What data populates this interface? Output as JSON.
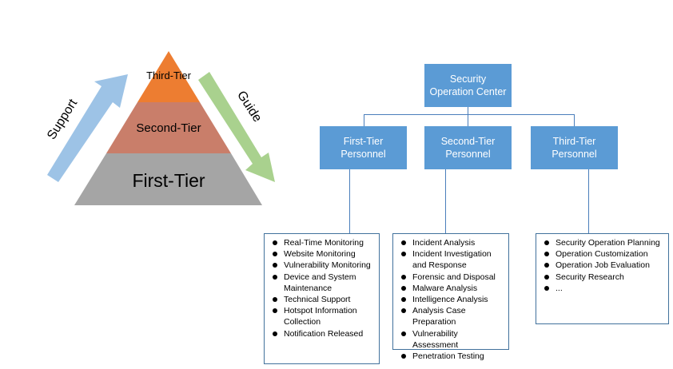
{
  "pyramid": {
    "top_label": "Third-Tier",
    "middle_label": "Second-Tier",
    "bottom_label": "First-Tier",
    "support_label": "Support",
    "guide_label": "Guide",
    "colors": {
      "top": "#ed7d31",
      "middle": "#c97e6a",
      "bottom": "#a5a5a5",
      "support_arrow": "#9dc3e6",
      "guide_arrow": "#a9d18e"
    }
  },
  "org_chart": {
    "root": "Security Operation Center",
    "box_color": "#5b9bd5",
    "tiers": [
      {
        "title": "First-Tier Personnel",
        "duties": [
          "Real-Time Monitoring",
          "Website Monitoring",
          "Vulnerability Monitoring",
          "Device and System Maintenance",
          "Technical Support",
          "Hotspot Information Collection",
          "Notification Released"
        ]
      },
      {
        "title": "Second-Tier Personnel",
        "duties": [
          "Incident Analysis",
          "Incident Investigation and Response",
          "Forensic and Disposal",
          "Malware Analysis",
          "Intelligence Analysis",
          "Analysis Case Preparation",
          "Vulnerability Assessment",
          "Penetration Testing"
        ]
      },
      {
        "title": "Third-Tier Personnel",
        "duties": [
          "Security Operation Planning",
          "Operation Customization",
          "Operation Job Evaluation",
          "Security Research",
          "..."
        ]
      }
    ]
  }
}
